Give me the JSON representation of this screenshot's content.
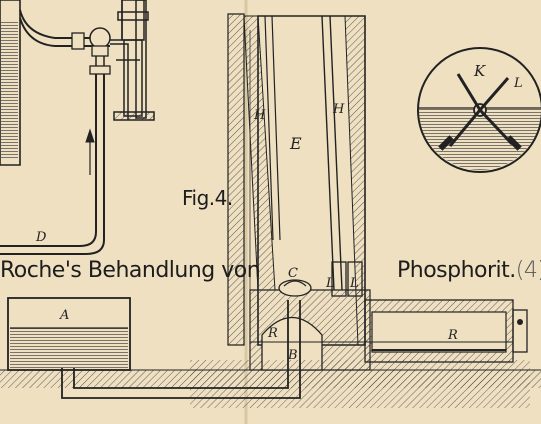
{
  "figure_label": "Fig.4.",
  "title_left": "Roche's Behandlung von",
  "title_right": "Phosphorit.",
  "title_number": "(4)",
  "labels": {
    "A": "A",
    "B": "B",
    "C": "C",
    "D": "D",
    "E": "E",
    "H_left": "H",
    "H_right": "H",
    "K": "K",
    "L_wheel": "L",
    "L_left": "L",
    "L_right": "L",
    "R_arch": "R",
    "R_drum": "R"
  }
}
